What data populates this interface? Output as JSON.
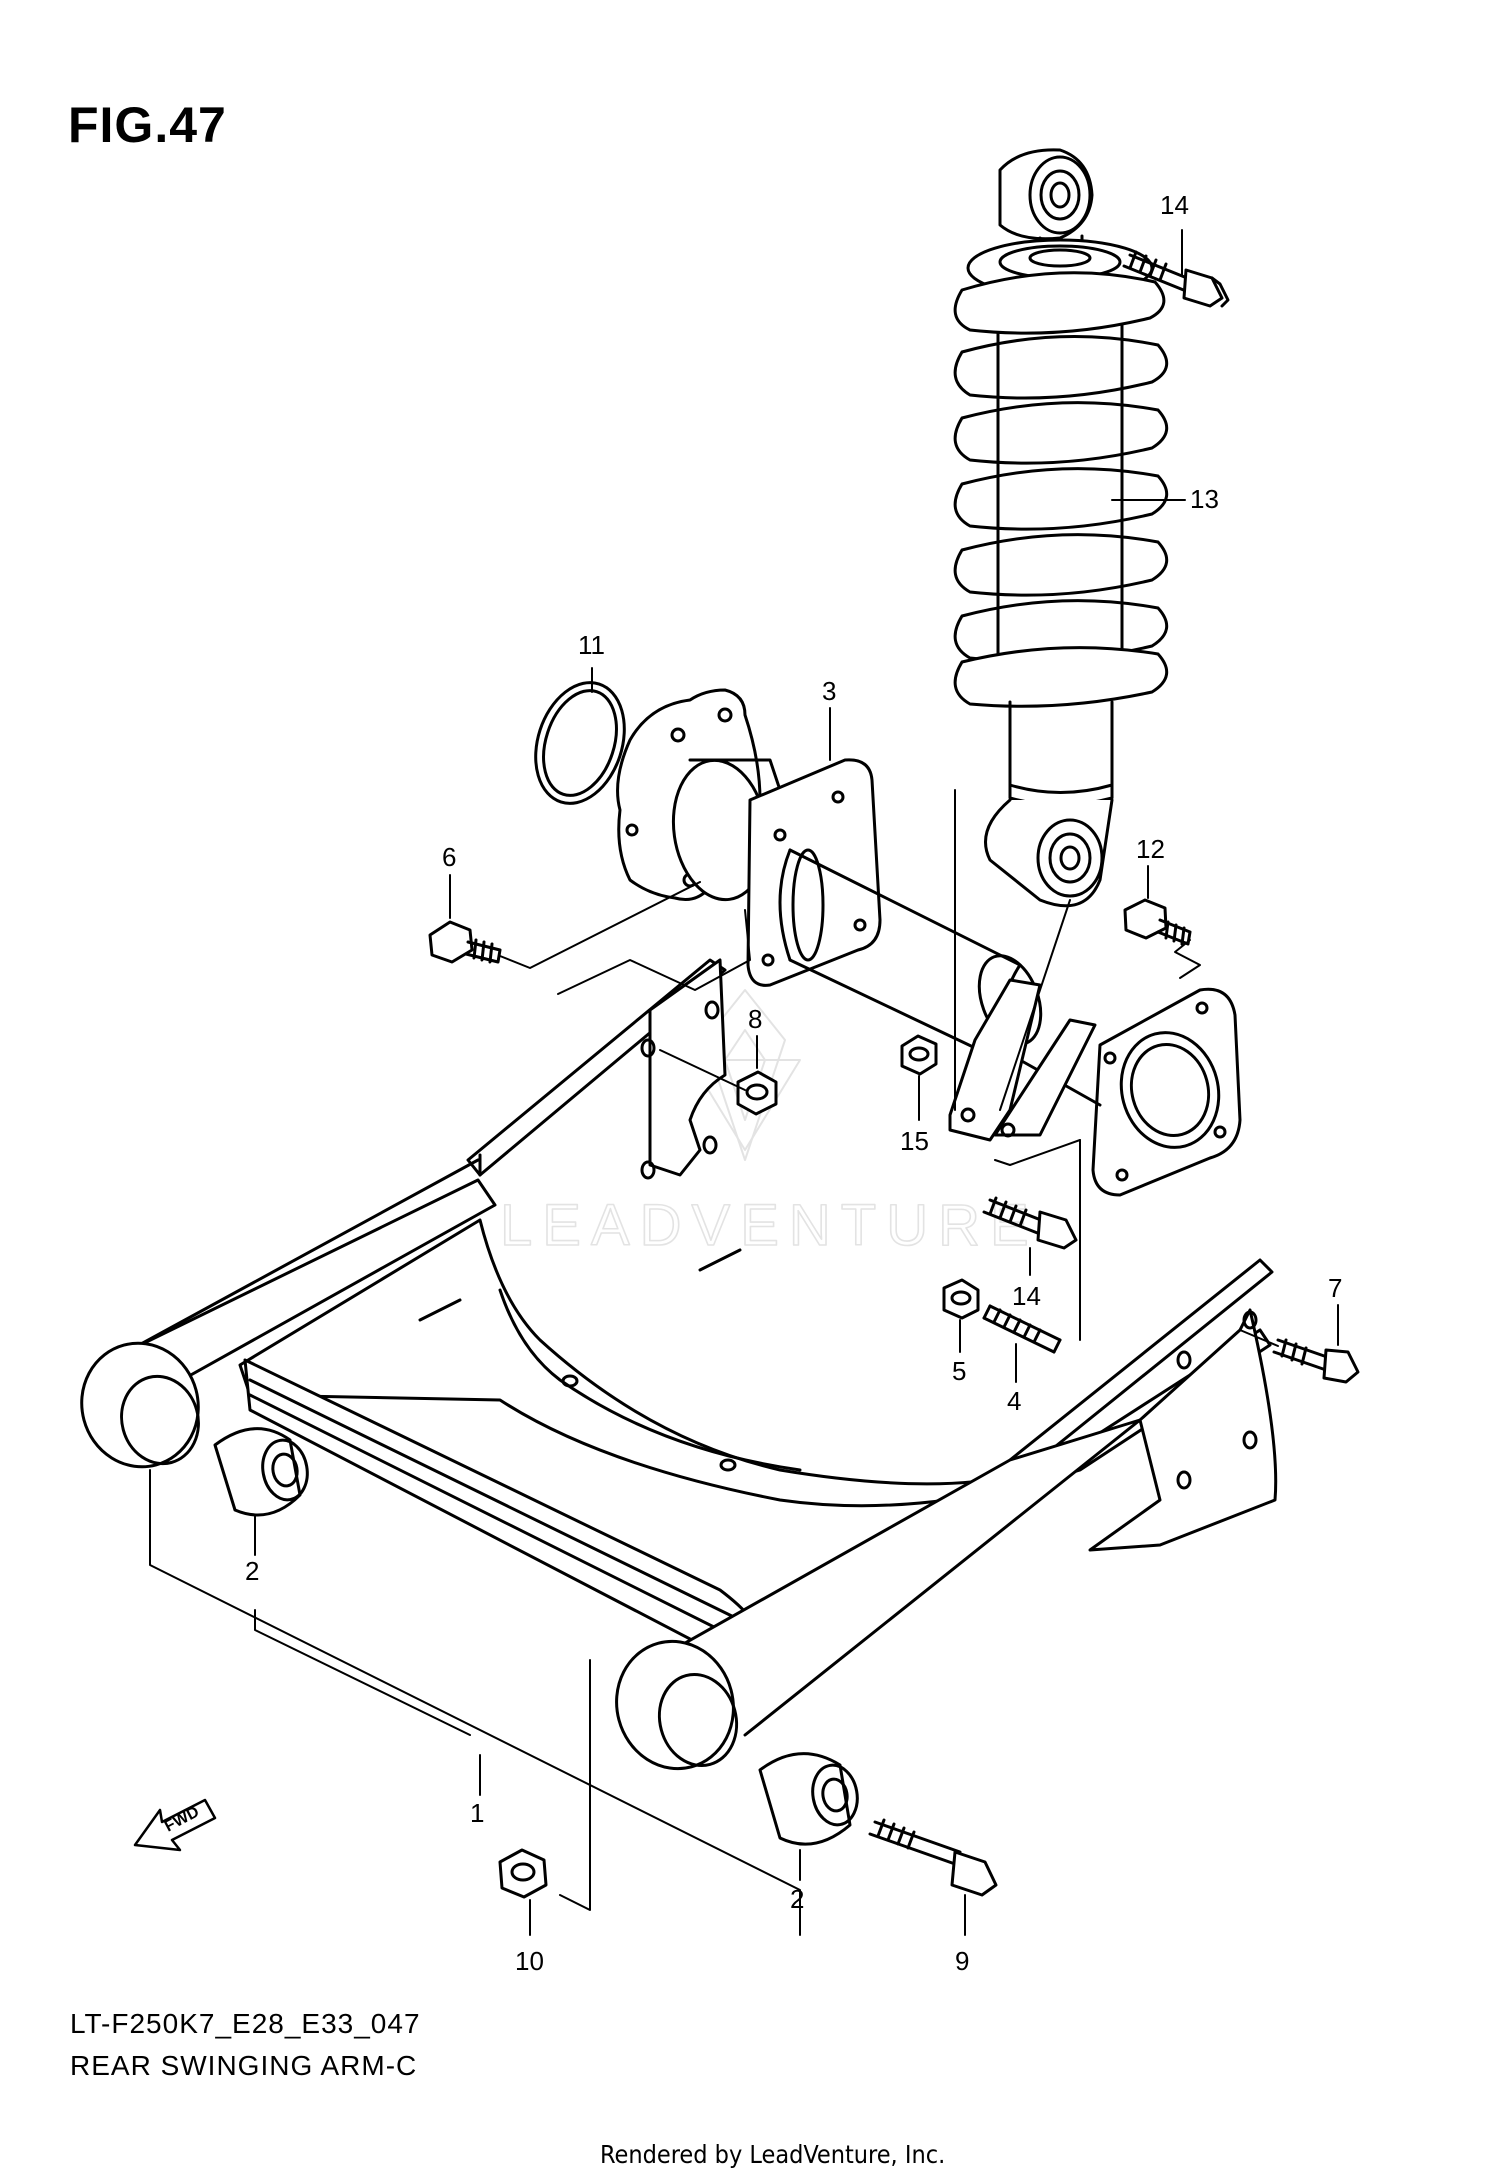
{
  "figure": {
    "title": "FIG.47",
    "model_code": "LT-F250K7_E28_E33_047",
    "caption": "REAR SWINGING ARM-C",
    "credit": "Rendered by LeadVenture, Inc."
  },
  "watermark": {
    "text": "LEADVENTURE",
    "color": "#e3e3e3"
  },
  "fwd_arrow": {
    "label": "FWD"
  },
  "callouts": [
    {
      "id": "c14-top",
      "number": "14"
    },
    {
      "id": "c13",
      "number": "13"
    },
    {
      "id": "c11",
      "number": "11"
    },
    {
      "id": "c3",
      "number": "3"
    },
    {
      "id": "c6",
      "number": "6"
    },
    {
      "id": "c12",
      "number": "12"
    },
    {
      "id": "c8",
      "number": "8"
    },
    {
      "id": "c15",
      "number": "15"
    },
    {
      "id": "c14-mid",
      "number": "14"
    },
    {
      "id": "c7",
      "number": "7"
    },
    {
      "id": "c5",
      "number": "5"
    },
    {
      "id": "c4",
      "number": "4"
    },
    {
      "id": "c2-left",
      "number": "2"
    },
    {
      "id": "c1",
      "number": "1"
    },
    {
      "id": "c2-right",
      "number": "2"
    },
    {
      "id": "c10",
      "number": "10"
    },
    {
      "id": "c9",
      "number": "9"
    }
  ]
}
